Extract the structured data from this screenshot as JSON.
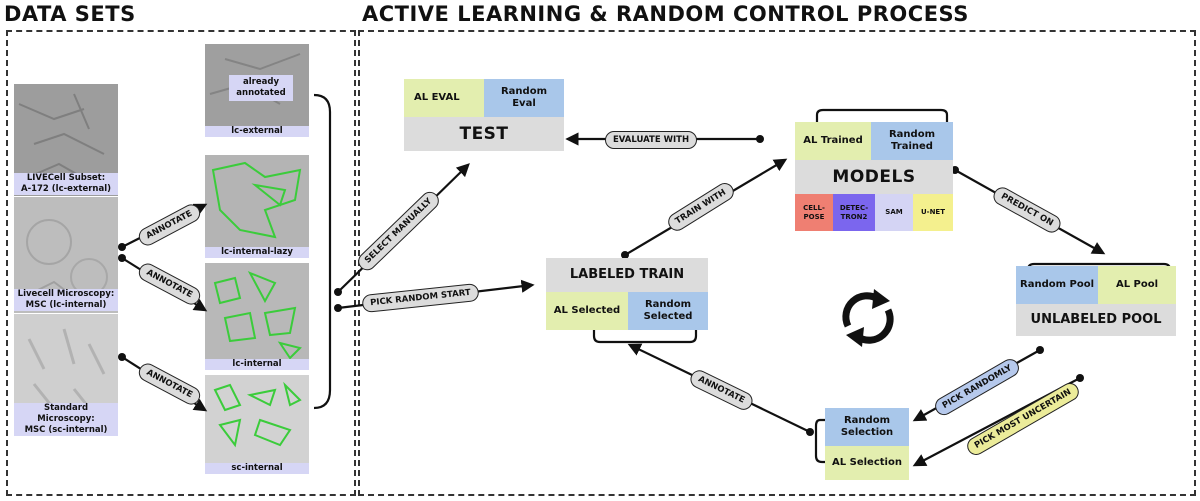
{
  "titles": {
    "datasets": "DATA SETS",
    "process": "ACTIVE LEARNING & RANDOM CONTROL PROCESS"
  },
  "sources": [
    {
      "label": "LIVECell Subset:\nA-172  (lc-external)"
    },
    {
      "label": "Livecell Microscopy:\nMSC  (lc-internal)"
    },
    {
      "label": "Standard Microscopy:\nMSC (sc-internal)"
    }
  ],
  "datasets": [
    {
      "label": "lc-external",
      "note": "already\nannotated"
    },
    {
      "label": "lc-internal-lazy"
    },
    {
      "label": "lc-internal"
    },
    {
      "label": "sc-internal"
    }
  ],
  "annotate_pills": [
    "ANNOTATE",
    "ANNOTATE",
    "ANNOTATE"
  ],
  "test": {
    "al": "AL EVAL",
    "random": "Random\nEval",
    "title": "TEST"
  },
  "models": {
    "al": "AL Trained",
    "random": "Random\nTrained",
    "title": "MODELS",
    "types": [
      "CELL-\nPOSE",
      "DETEC-\nTRON2",
      "SAM",
      "U-NET"
    ]
  },
  "labeled": {
    "title": "LABELED TRAIN",
    "al": "AL Selected",
    "random": "Random\nSelected"
  },
  "unlabeled": {
    "random": "Random Pool",
    "al": "AL Pool",
    "title": "UNLABELED POOL"
  },
  "selection": {
    "random": "Random\nSelection",
    "al": "AL Selection"
  },
  "pills": {
    "evaluate": "EVALUATE WITH",
    "select_manually": "SELECT MANUALLY",
    "pick_random_start": "PICK RANDOM START",
    "train_with": "TRAIN WITH",
    "predict_on": "PREDICT ON",
    "annotate": "ANNOTATE",
    "pick_randomly": "PICK RANDOMLY",
    "pick_uncertain": "PICK MOST UNCERTAIN"
  },
  "cycle_icon": "cycle-arrows-icon",
  "colors": {
    "al": "#e3eeaf",
    "random": "#a9c7ea",
    "grey": "#dcdcdc",
    "cellpose": "#ef7f72",
    "detectron": "#7b66ee",
    "sam": "#d4d4f4",
    "unet": "#f4f08e",
    "label_bg": "#d6d6f5",
    "contour": "#3bcc3b"
  }
}
